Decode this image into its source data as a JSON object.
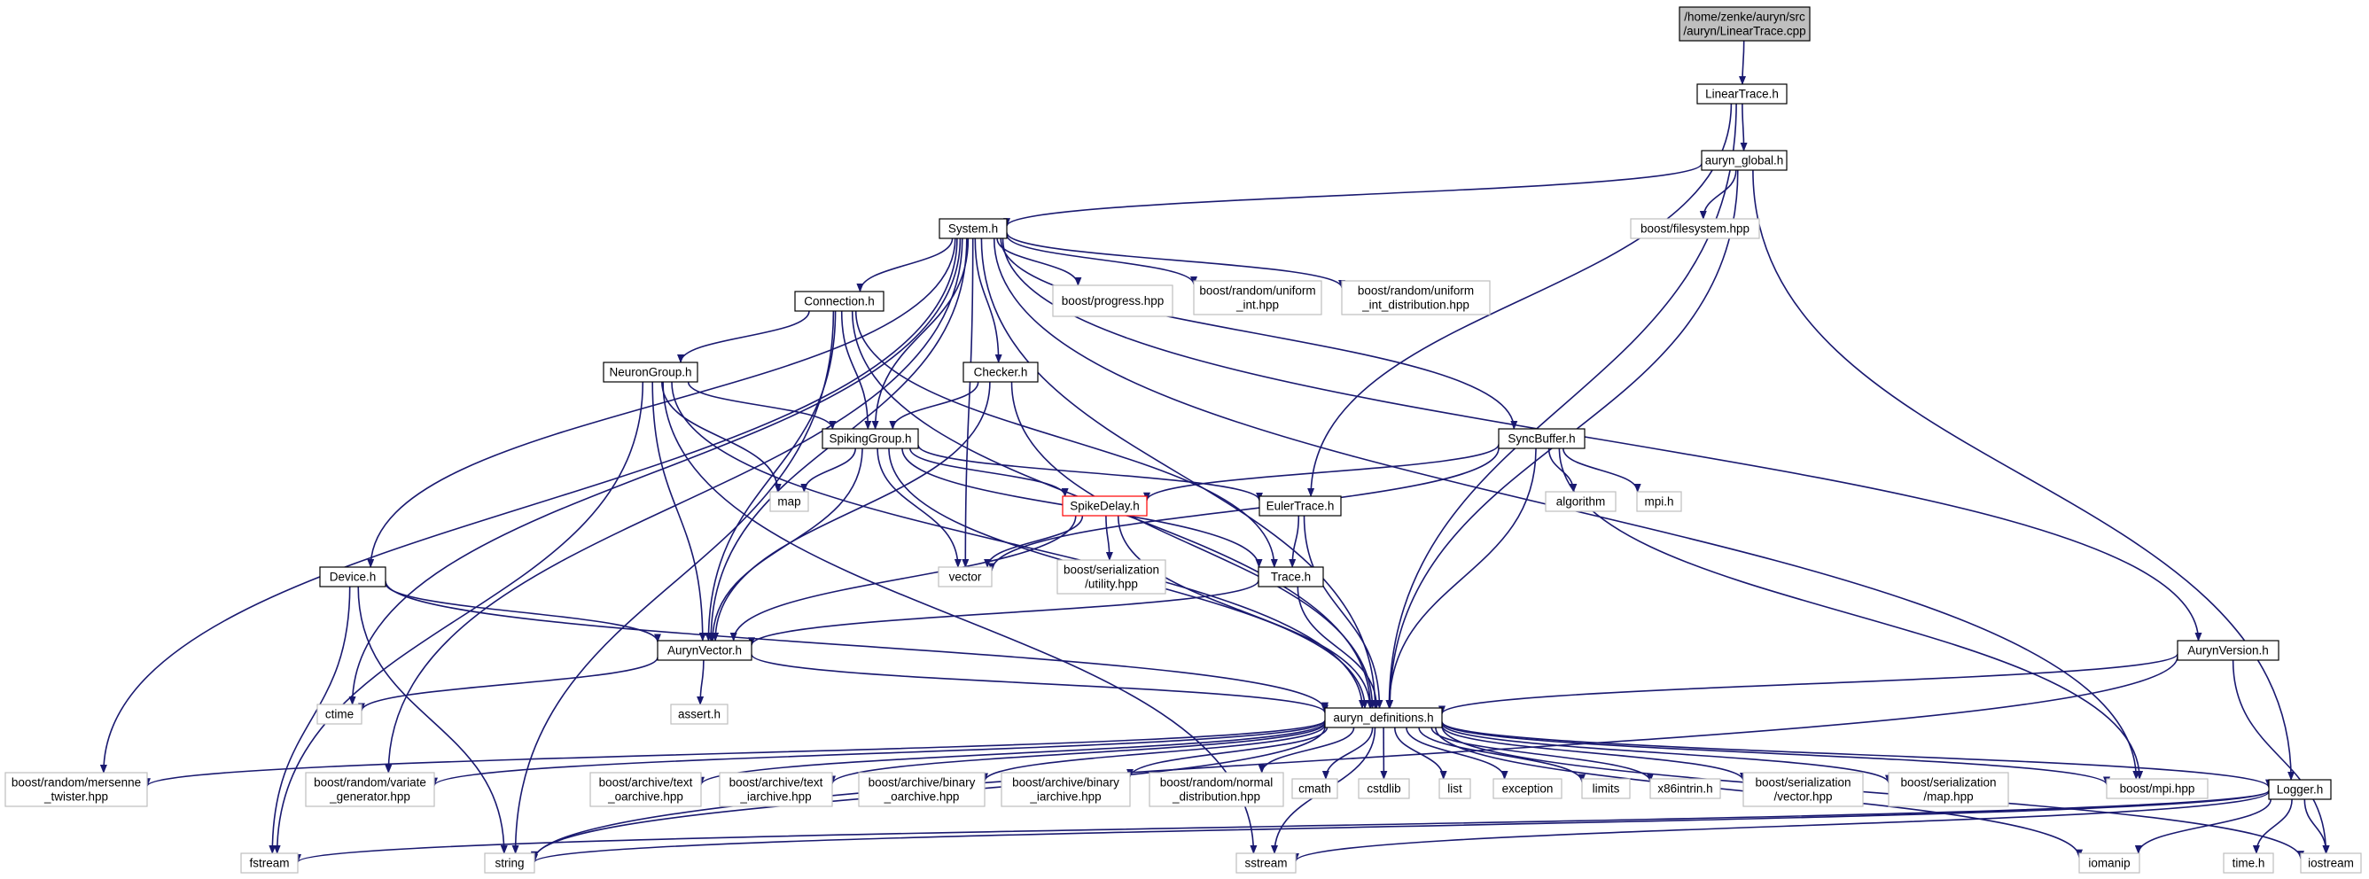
{
  "graph": {
    "title": "/home/zenke/auryn/src/auryn/LinearTrace.cpp",
    "colors": {
      "edge": "#191970",
      "root_fill": "#bfbfbf",
      "documented_border": "#000000",
      "external_border": "#bfbfbf",
      "truncated_border": "#ff0000"
    },
    "nodes": [
      {
        "id": "root",
        "lines": [
          "/home/zenke/auryn/src",
          "/auryn/LinearTrace.cpp"
        ],
        "style": "root"
      },
      {
        "id": "lineartrace",
        "lines": [
          "LinearTrace.h"
        ],
        "style": "documented"
      },
      {
        "id": "auryn_global",
        "lines": [
          "auryn_global.h"
        ],
        "style": "documented"
      },
      {
        "id": "system",
        "lines": [
          "System.h"
        ],
        "style": "documented"
      },
      {
        "id": "boost_filesystem",
        "lines": [
          "boost/filesystem.hpp"
        ],
        "style": "external"
      },
      {
        "id": "connection",
        "lines": [
          "Connection.h"
        ],
        "style": "documented"
      },
      {
        "id": "boost_progress",
        "lines": [
          "boost/progress.hpp"
        ],
        "style": "external"
      },
      {
        "id": "boost_uniform_int",
        "lines": [
          "boost/random/uniform",
          "_int.hpp"
        ],
        "style": "external"
      },
      {
        "id": "boost_uniform_int_dist",
        "lines": [
          "boost/random/uniform",
          "_int_distribution.hpp"
        ],
        "style": "external"
      },
      {
        "id": "neurongroup",
        "lines": [
          "NeuronGroup.h"
        ],
        "style": "documented"
      },
      {
        "id": "checker",
        "lines": [
          "Checker.h"
        ],
        "style": "documented"
      },
      {
        "id": "spikinggroup",
        "lines": [
          "SpikingGroup.h"
        ],
        "style": "documented"
      },
      {
        "id": "syncbuffer",
        "lines": [
          "SyncBuffer.h"
        ],
        "style": "documented"
      },
      {
        "id": "map",
        "lines": [
          "map"
        ],
        "style": "external"
      },
      {
        "id": "spikedelay",
        "lines": [
          "SpikeDelay.h"
        ],
        "style": "truncated"
      },
      {
        "id": "eulertrace",
        "lines": [
          "EulerTrace.h"
        ],
        "style": "documented"
      },
      {
        "id": "algorithm",
        "lines": [
          "algorithm"
        ],
        "style": "external"
      },
      {
        "id": "mpi_h",
        "lines": [
          "mpi.h"
        ],
        "style": "external"
      },
      {
        "id": "vector",
        "lines": [
          "vector"
        ],
        "style": "external"
      },
      {
        "id": "boost_ser_utility",
        "lines": [
          "boost/serialization",
          "/utility.hpp"
        ],
        "style": "external"
      },
      {
        "id": "trace",
        "lines": [
          "Trace.h"
        ],
        "style": "documented"
      },
      {
        "id": "device",
        "lines": [
          "Device.h"
        ],
        "style": "documented"
      },
      {
        "id": "aurynvector",
        "lines": [
          "AurynVector.h"
        ],
        "style": "documented"
      },
      {
        "id": "aurynversion",
        "lines": [
          "AurynVersion.h"
        ],
        "style": "documented"
      },
      {
        "id": "ctime",
        "lines": [
          "ctime"
        ],
        "style": "external"
      },
      {
        "id": "assert",
        "lines": [
          "assert.h"
        ],
        "style": "external"
      },
      {
        "id": "auryn_definitions",
        "lines": [
          "auryn_definitions.h"
        ],
        "style": "documented"
      },
      {
        "id": "boost_mersenne",
        "lines": [
          "boost/random/mersenne",
          "_twister.hpp"
        ],
        "style": "external"
      },
      {
        "id": "boost_variate",
        "lines": [
          "boost/random/variate",
          "_generator.hpp"
        ],
        "style": "external"
      },
      {
        "id": "boost_text_oarchive",
        "lines": [
          "boost/archive/text",
          "_oarchive.hpp"
        ],
        "style": "external"
      },
      {
        "id": "boost_text_iarchive",
        "lines": [
          "boost/archive/text",
          "_iarchive.hpp"
        ],
        "style": "external"
      },
      {
        "id": "boost_binary_oarchive",
        "lines": [
          "boost/archive/binary",
          "_oarchive.hpp"
        ],
        "style": "external"
      },
      {
        "id": "boost_binary_iarchive",
        "lines": [
          "boost/archive/binary",
          "_iarchive.hpp"
        ],
        "style": "external"
      },
      {
        "id": "boost_normal_dist",
        "lines": [
          "boost/random/normal",
          "_distribution.hpp"
        ],
        "style": "external"
      },
      {
        "id": "cmath",
        "lines": [
          "cmath"
        ],
        "style": "external"
      },
      {
        "id": "cstdlib",
        "lines": [
          "cstdlib"
        ],
        "style": "external"
      },
      {
        "id": "list",
        "lines": [
          "list"
        ],
        "style": "external"
      },
      {
        "id": "exception",
        "lines": [
          "exception"
        ],
        "style": "external"
      },
      {
        "id": "limits",
        "lines": [
          "limits"
        ],
        "style": "external"
      },
      {
        "id": "x86intrin",
        "lines": [
          "x86intrin.h"
        ],
        "style": "external"
      },
      {
        "id": "boost_ser_vector",
        "lines": [
          "boost/serialization",
          "/vector.hpp"
        ],
        "style": "external"
      },
      {
        "id": "boost_ser_map",
        "lines": [
          "boost/serialization",
          "/map.hpp"
        ],
        "style": "external"
      },
      {
        "id": "boost_mpi",
        "lines": [
          "boost/mpi.hpp"
        ],
        "style": "external"
      },
      {
        "id": "logger",
        "lines": [
          "Logger.h"
        ],
        "style": "documented"
      },
      {
        "id": "fstream",
        "lines": [
          "fstream"
        ],
        "style": "external"
      },
      {
        "id": "string",
        "lines": [
          "string"
        ],
        "style": "external"
      },
      {
        "id": "sstream",
        "lines": [
          "sstream"
        ],
        "style": "external"
      },
      {
        "id": "iomanip",
        "lines": [
          "iomanip"
        ],
        "style": "external"
      },
      {
        "id": "time_h",
        "lines": [
          "time.h"
        ],
        "style": "external"
      },
      {
        "id": "iostream",
        "lines": [
          "iostream"
        ],
        "style": "external"
      }
    ],
    "edges": [
      [
        "root",
        "lineartrace"
      ],
      [
        "lineartrace",
        "auryn_global"
      ],
      [
        "lineartrace",
        "eulertrace"
      ],
      [
        "lineartrace",
        "auryn_definitions"
      ],
      [
        "auryn_global",
        "system"
      ],
      [
        "auryn_global",
        "boost_filesystem"
      ],
      [
        "auryn_global",
        "auryn_definitions"
      ],
      [
        "auryn_global",
        "logger"
      ],
      [
        "system",
        "connection"
      ],
      [
        "system",
        "boost_progress"
      ],
      [
        "system",
        "boost_uniform_int"
      ],
      [
        "system",
        "boost_uniform_int_dist"
      ],
      [
        "system",
        "checker"
      ],
      [
        "system",
        "spikinggroup"
      ],
      [
        "system",
        "syncbuffer"
      ],
      [
        "system",
        "device"
      ],
      [
        "system",
        "aurynvector"
      ],
      [
        "system",
        "vector"
      ],
      [
        "system",
        "ctime"
      ],
      [
        "system",
        "auryn_definitions"
      ],
      [
        "system",
        "boost_mersenne"
      ],
      [
        "system",
        "boost_variate"
      ],
      [
        "system",
        "aurynversion"
      ],
      [
        "system",
        "boost_mpi"
      ],
      [
        "connection",
        "neurongroup"
      ],
      [
        "connection",
        "spikinggroup"
      ],
      [
        "connection",
        "trace"
      ],
      [
        "connection",
        "aurynvector"
      ],
      [
        "connection",
        "auryn_definitions"
      ],
      [
        "connection",
        "string"
      ],
      [
        "neurongroup",
        "spikinggroup"
      ],
      [
        "neurongroup",
        "map"
      ],
      [
        "neurongroup",
        "aurynvector"
      ],
      [
        "neurongroup",
        "auryn_definitions"
      ],
      [
        "neurongroup",
        "fstream"
      ],
      [
        "neurongroup",
        "sstream"
      ],
      [
        "checker",
        "spikinggroup"
      ],
      [
        "checker",
        "aurynvector"
      ],
      [
        "checker",
        "auryn_definitions"
      ],
      [
        "spikinggroup",
        "map"
      ],
      [
        "spikinggroup",
        "spikedelay"
      ],
      [
        "spikinggroup",
        "eulertrace"
      ],
      [
        "spikinggroup",
        "trace"
      ],
      [
        "spikinggroup",
        "vector"
      ],
      [
        "spikinggroup",
        "aurynvector"
      ],
      [
        "spikinggroup",
        "auryn_definitions"
      ],
      [
        "syncbuffer",
        "spikedelay"
      ],
      [
        "syncbuffer",
        "algorithm"
      ],
      [
        "syncbuffer",
        "mpi_h"
      ],
      [
        "syncbuffer",
        "vector"
      ],
      [
        "syncbuffer",
        "auryn_definitions"
      ],
      [
        "syncbuffer",
        "boost_mpi"
      ],
      [
        "spikedelay",
        "vector"
      ],
      [
        "spikedelay",
        "boost_ser_utility"
      ],
      [
        "spikedelay",
        "aurynvector"
      ],
      [
        "spikedelay",
        "auryn_definitions"
      ],
      [
        "eulertrace",
        "trace"
      ],
      [
        "eulertrace",
        "auryn_definitions"
      ],
      [
        "trace",
        "aurynvector"
      ],
      [
        "trace",
        "auryn_definitions"
      ],
      [
        "device",
        "aurynvector"
      ],
      [
        "device",
        "auryn_definitions"
      ],
      [
        "device",
        "fstream"
      ],
      [
        "device",
        "string"
      ],
      [
        "aurynvector",
        "ctime"
      ],
      [
        "aurynvector",
        "assert"
      ],
      [
        "aurynvector",
        "auryn_definitions"
      ],
      [
        "aurynversion",
        "auryn_definitions"
      ],
      [
        "aurynversion",
        "string"
      ],
      [
        "aurynversion",
        "iostream"
      ],
      [
        "auryn_definitions",
        "boost_mersenne"
      ],
      [
        "auryn_definitions",
        "boost_variate"
      ],
      [
        "auryn_definitions",
        "boost_text_oarchive"
      ],
      [
        "auryn_definitions",
        "boost_text_iarchive"
      ],
      [
        "auryn_definitions",
        "boost_binary_oarchive"
      ],
      [
        "auryn_definitions",
        "boost_binary_iarchive"
      ],
      [
        "auryn_definitions",
        "boost_normal_dist"
      ],
      [
        "auryn_definitions",
        "cmath"
      ],
      [
        "auryn_definitions",
        "cstdlib"
      ],
      [
        "auryn_definitions",
        "list"
      ],
      [
        "auryn_definitions",
        "exception"
      ],
      [
        "auryn_definitions",
        "limits"
      ],
      [
        "auryn_definitions",
        "x86intrin"
      ],
      [
        "auryn_definitions",
        "boost_ser_vector"
      ],
      [
        "auryn_definitions",
        "boost_ser_map"
      ],
      [
        "auryn_definitions",
        "boost_mpi"
      ],
      [
        "auryn_definitions",
        "logger"
      ],
      [
        "auryn_definitions",
        "string"
      ],
      [
        "auryn_definitions",
        "sstream"
      ],
      [
        "auryn_definitions",
        "iomanip"
      ],
      [
        "auryn_definitions",
        "iostream"
      ],
      [
        "logger",
        "fstream"
      ],
      [
        "logger",
        "string"
      ],
      [
        "logger",
        "sstream"
      ],
      [
        "logger",
        "iomanip"
      ],
      [
        "logger",
        "time_h"
      ],
      [
        "logger",
        "iostream"
      ]
    ]
  }
}
